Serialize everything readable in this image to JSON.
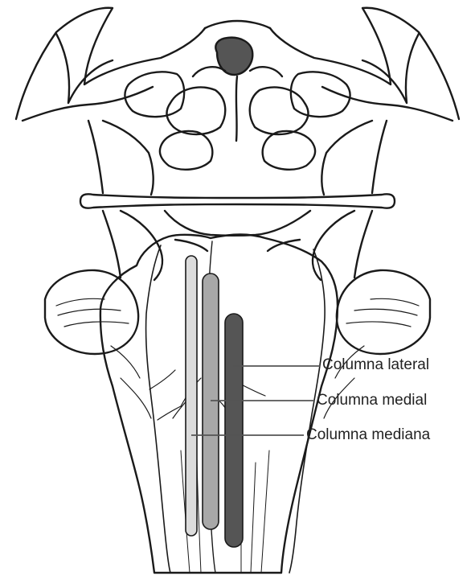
{
  "labels": {
    "lateral": "Columna lateral",
    "medial": "Columna medial",
    "mediana": "Columna mediana"
  },
  "colors": {
    "outline": "#1a1a1a",
    "lateral_column": "#555555",
    "medial_column": "#a8a8a8",
    "median_column": "#dcdcdc",
    "leader_line": "#555555"
  }
}
